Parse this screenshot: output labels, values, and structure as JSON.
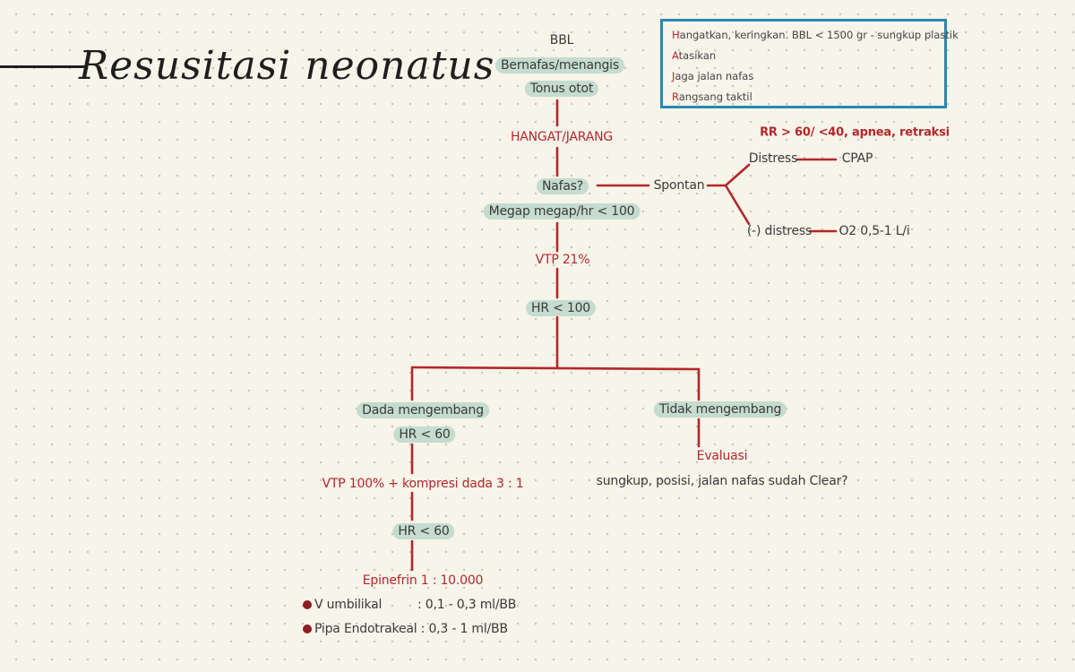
{
  "title": "Resusitasi neonatus",
  "notes": [
    {
      "first": "H",
      "rest": "angatkan, keringkan. BBL < 1500 gr - sungkup plastik"
    },
    {
      "first": "A",
      "rest": "tasikan"
    },
    {
      "first": "J",
      "rest": "aga jalan nafas"
    },
    {
      "first": "R",
      "rest": "angsang taktil"
    }
  ],
  "nodes": {
    "bbl": "BBL",
    "bernafas": "Bernafas/menangis",
    "tonus": "Tonus otot",
    "hangat": "HANGAT/JARANG",
    "nafas": "Nafas?",
    "megap": "Megap megap/hr < 100",
    "vtp21": "VTP 21%",
    "hr100": "HR < 100",
    "spontan": "Spontan",
    "rr": "RR > 60/ <40, apnea, retraksi",
    "distress": "Distress",
    "cpap": "CPAP",
    "nodistress": "(-) distress",
    "o2": "O2 0,5-1 L/i",
    "dada": "Dada mengembang",
    "tidak": "Tidak mengembang",
    "hr60a": "HR < 60",
    "vtp100": "VTP 100% + kompresi dada 3 : 1",
    "hr60b": "HR < 60",
    "evaluasi": "Evaluasi",
    "sungkup": "sungkup, posisi, jalan nafas sudah Clear?",
    "epinefrin": "Epinefrin 1 : 10.000",
    "vena_label": "V umbilikal",
    "vena_dose": ": 0,1 - 0,3 ml/BB",
    "pipa": "Pipa Endotrakeal : 0,3 - 1 ml/BB"
  },
  "colors": {
    "accent": "#b4272b",
    "pill": "#c5dccf",
    "frame": "#2b86b3"
  }
}
